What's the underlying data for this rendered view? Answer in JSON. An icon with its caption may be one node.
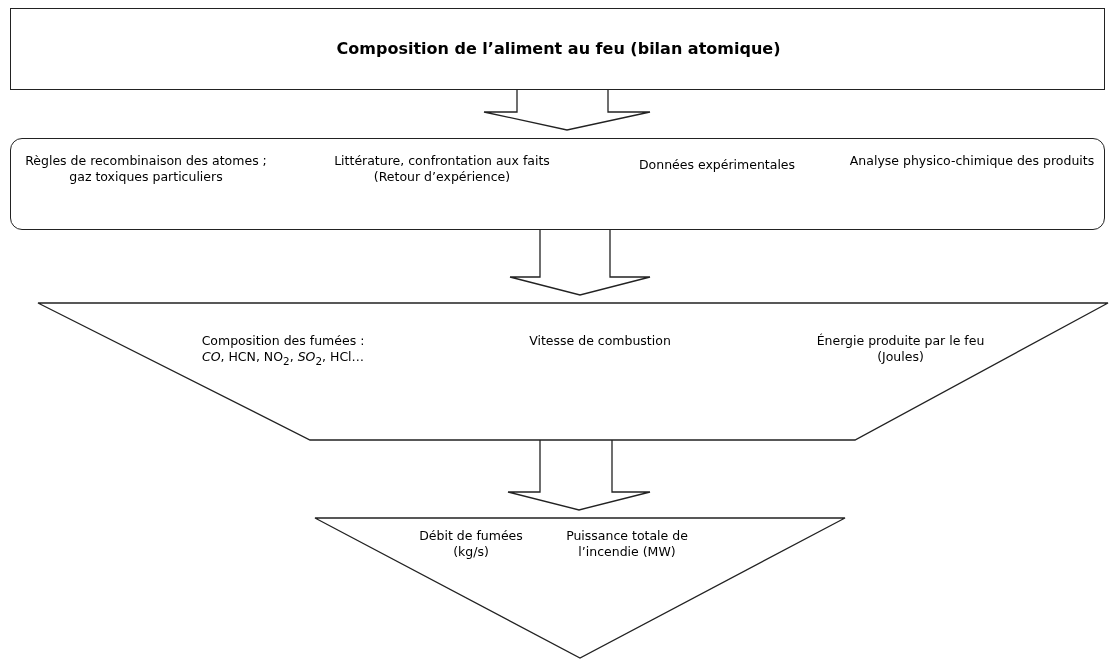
{
  "diagram": {
    "nodes": [
      {
        "text": [
          "Composition de l’aliment au feu (bilan atomique)"
        ]
      },
      {
        "text": [
          "Règles de recombinaison des atomes ; gaz toxiques particuliers",
          "Littérature, confrontation aux faits (Retour d’expérience)",
          "Données expérimentales",
          "Analyse physico-chimique des produits"
        ]
      },
      {
        "text": [
          "Composition des fumées : *CO*, HCN, NO$_{2}$, *SO*$_{2}$, HCl…",
          "Vitesse de combustion",
          "Énergie produite par le feu (Joules)"
        ]
      },
      {
        "text": [
          "Débit de fumées (kg/s)",
          "Puissance totale de l’incendie (MW)"
        ]
      }
    ],
    "edges": [
      {
        "from": 0,
        "to": 1,
        "arrow": "to"
      },
      {
        "from": 1,
        "to": 2,
        "arrow": "to"
      },
      {
        "from": 2,
        "to": 3,
        "arrow": "to"
      }
    ]
  }
}
